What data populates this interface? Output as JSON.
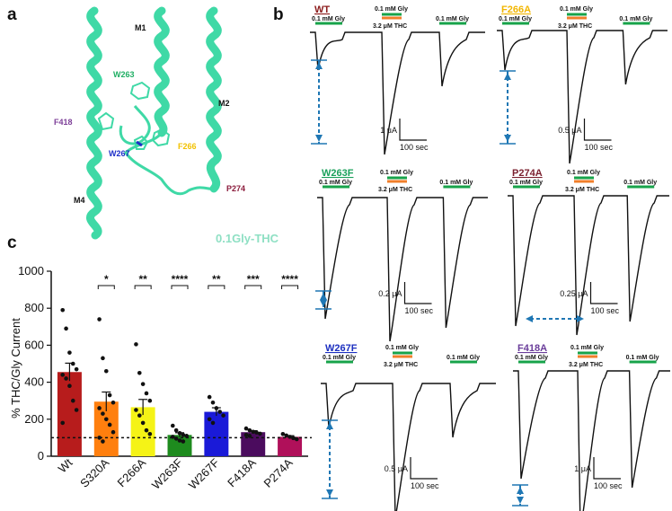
{
  "panels": {
    "a": "a",
    "b": "b",
    "c": "c"
  },
  "structure": {
    "helices": {
      "m1": "M1",
      "m2": "M2",
      "m4": "M4"
    },
    "residues": [
      {
        "label": "W263",
        "color": "#1fae63"
      },
      {
        "label": "F418",
        "color": "#7d3f98"
      },
      {
        "label": "W267",
        "color": "#1d2fc8"
      },
      {
        "label": "F266",
        "color": "#f2c100"
      },
      {
        "label": "P274",
        "color": "#8b1c3c"
      }
    ],
    "condition": "0.1Gly-THC",
    "condition_color": "#8fe0c4",
    "ribbon_color": "#3fd9a6"
  },
  "traces": [
    {
      "title": "WT",
      "title_color": "#8b1a1a",
      "gly_left": "0.1 mM Gly",
      "gly_center": "0.1 mM Gly",
      "thc": "3.2 μM THC",
      "gly_right": "0.1 mM Gly",
      "scale_y": "1 μA",
      "scale_x": "100 sec"
    },
    {
      "title": "F266A",
      "title_color": "#f2b600",
      "gly_left": "0.1 mM Gly",
      "gly_center": "0.1 mM Gly",
      "thc": "3.2 μM THC",
      "gly_right": "0.1 mM Gly",
      "scale_y": "0.5 μA",
      "scale_x": "100 sec"
    },
    {
      "title": "W263F",
      "title_color": "#19a05a",
      "gly_left": "0.1 mM Gly",
      "gly_center": "0.1 mM Gly",
      "thc": "3.2 μM THC",
      "gly_right": "0.1 mM Gly",
      "scale_y": "0.2 μA",
      "scale_x": "100 sec"
    },
    {
      "title": "P274A",
      "title_color": "#7a1f2e",
      "gly_left": "0.1 mM Gly",
      "gly_center": "0.1 mM Gly",
      "thc": "3.2 μM THC",
      "gly_right": "0.1 mM Gly",
      "scale_y": "0.25 μA",
      "scale_x": "100 sec"
    },
    {
      "title": "W267F",
      "title_color": "#1c2fc0",
      "gly_left": "0.1 mM Gly",
      "gly_center": "0.1 mM Gly",
      "thc": "3.2 μM THC",
      "gly_right": "0.1 mM Gly",
      "scale_y": "0.5 μA",
      "scale_x": "100 sec"
    },
    {
      "title": "F418A",
      "title_color": "#6a3d9a",
      "gly_left": "0.1 mM Gly",
      "gly_center": "0.1 mM Gly",
      "thc": "3.2 μM THC",
      "gly_right": "0.1 mM Gly",
      "scale_y": "1 μA",
      "scale_x": "100 sec"
    }
  ],
  "colors": {
    "gly_bar": "#17a34a",
    "thc_bar": "#f07f2a",
    "arrow": "#1f77b4"
  },
  "chart_data": {
    "type": "bar",
    "ylabel": "% THC/Gly Current",
    "ylim": [
      0,
      1000
    ],
    "yticks": [
      0,
      200,
      400,
      600,
      800,
      1000
    ],
    "reference_line": 100,
    "categories": [
      "Wt",
      "S320A",
      "F266A",
      "W263F",
      "W267F",
      "F418A",
      "P274A"
    ],
    "values": [
      455,
      295,
      265,
      115,
      240,
      130,
      105
    ],
    "errors": [
      48,
      52,
      42,
      12,
      22,
      8,
      6
    ],
    "colors": [
      "#b71c1c",
      "#ff7f0e",
      "#f5f316",
      "#1e8b1e",
      "#1a1ad8",
      "#4b0c5e",
      "#b0105a"
    ],
    "significance": [
      "",
      "*",
      "**",
      "****",
      "**",
      "***",
      "****"
    ],
    "points": [
      [
        790,
        690,
        560,
        500,
        470,
        440,
        420,
        380,
        300,
        250,
        180
      ],
      [
        740,
        530,
        460,
        330,
        290,
        260,
        230,
        200,
        170,
        130,
        100,
        80
      ],
      [
        605,
        450,
        390,
        340,
        300,
        250,
        220,
        180,
        140,
        120
      ],
      [
        165,
        140,
        125,
        115,
        110,
        105,
        95,
        85,
        80
      ],
      [
        320,
        290,
        260,
        240,
        220,
        200,
        180
      ],
      [
        150,
        140,
        132,
        128,
        122,
        115,
        110
      ],
      [
        120,
        112,
        105,
        98,
        92
      ]
    ]
  }
}
